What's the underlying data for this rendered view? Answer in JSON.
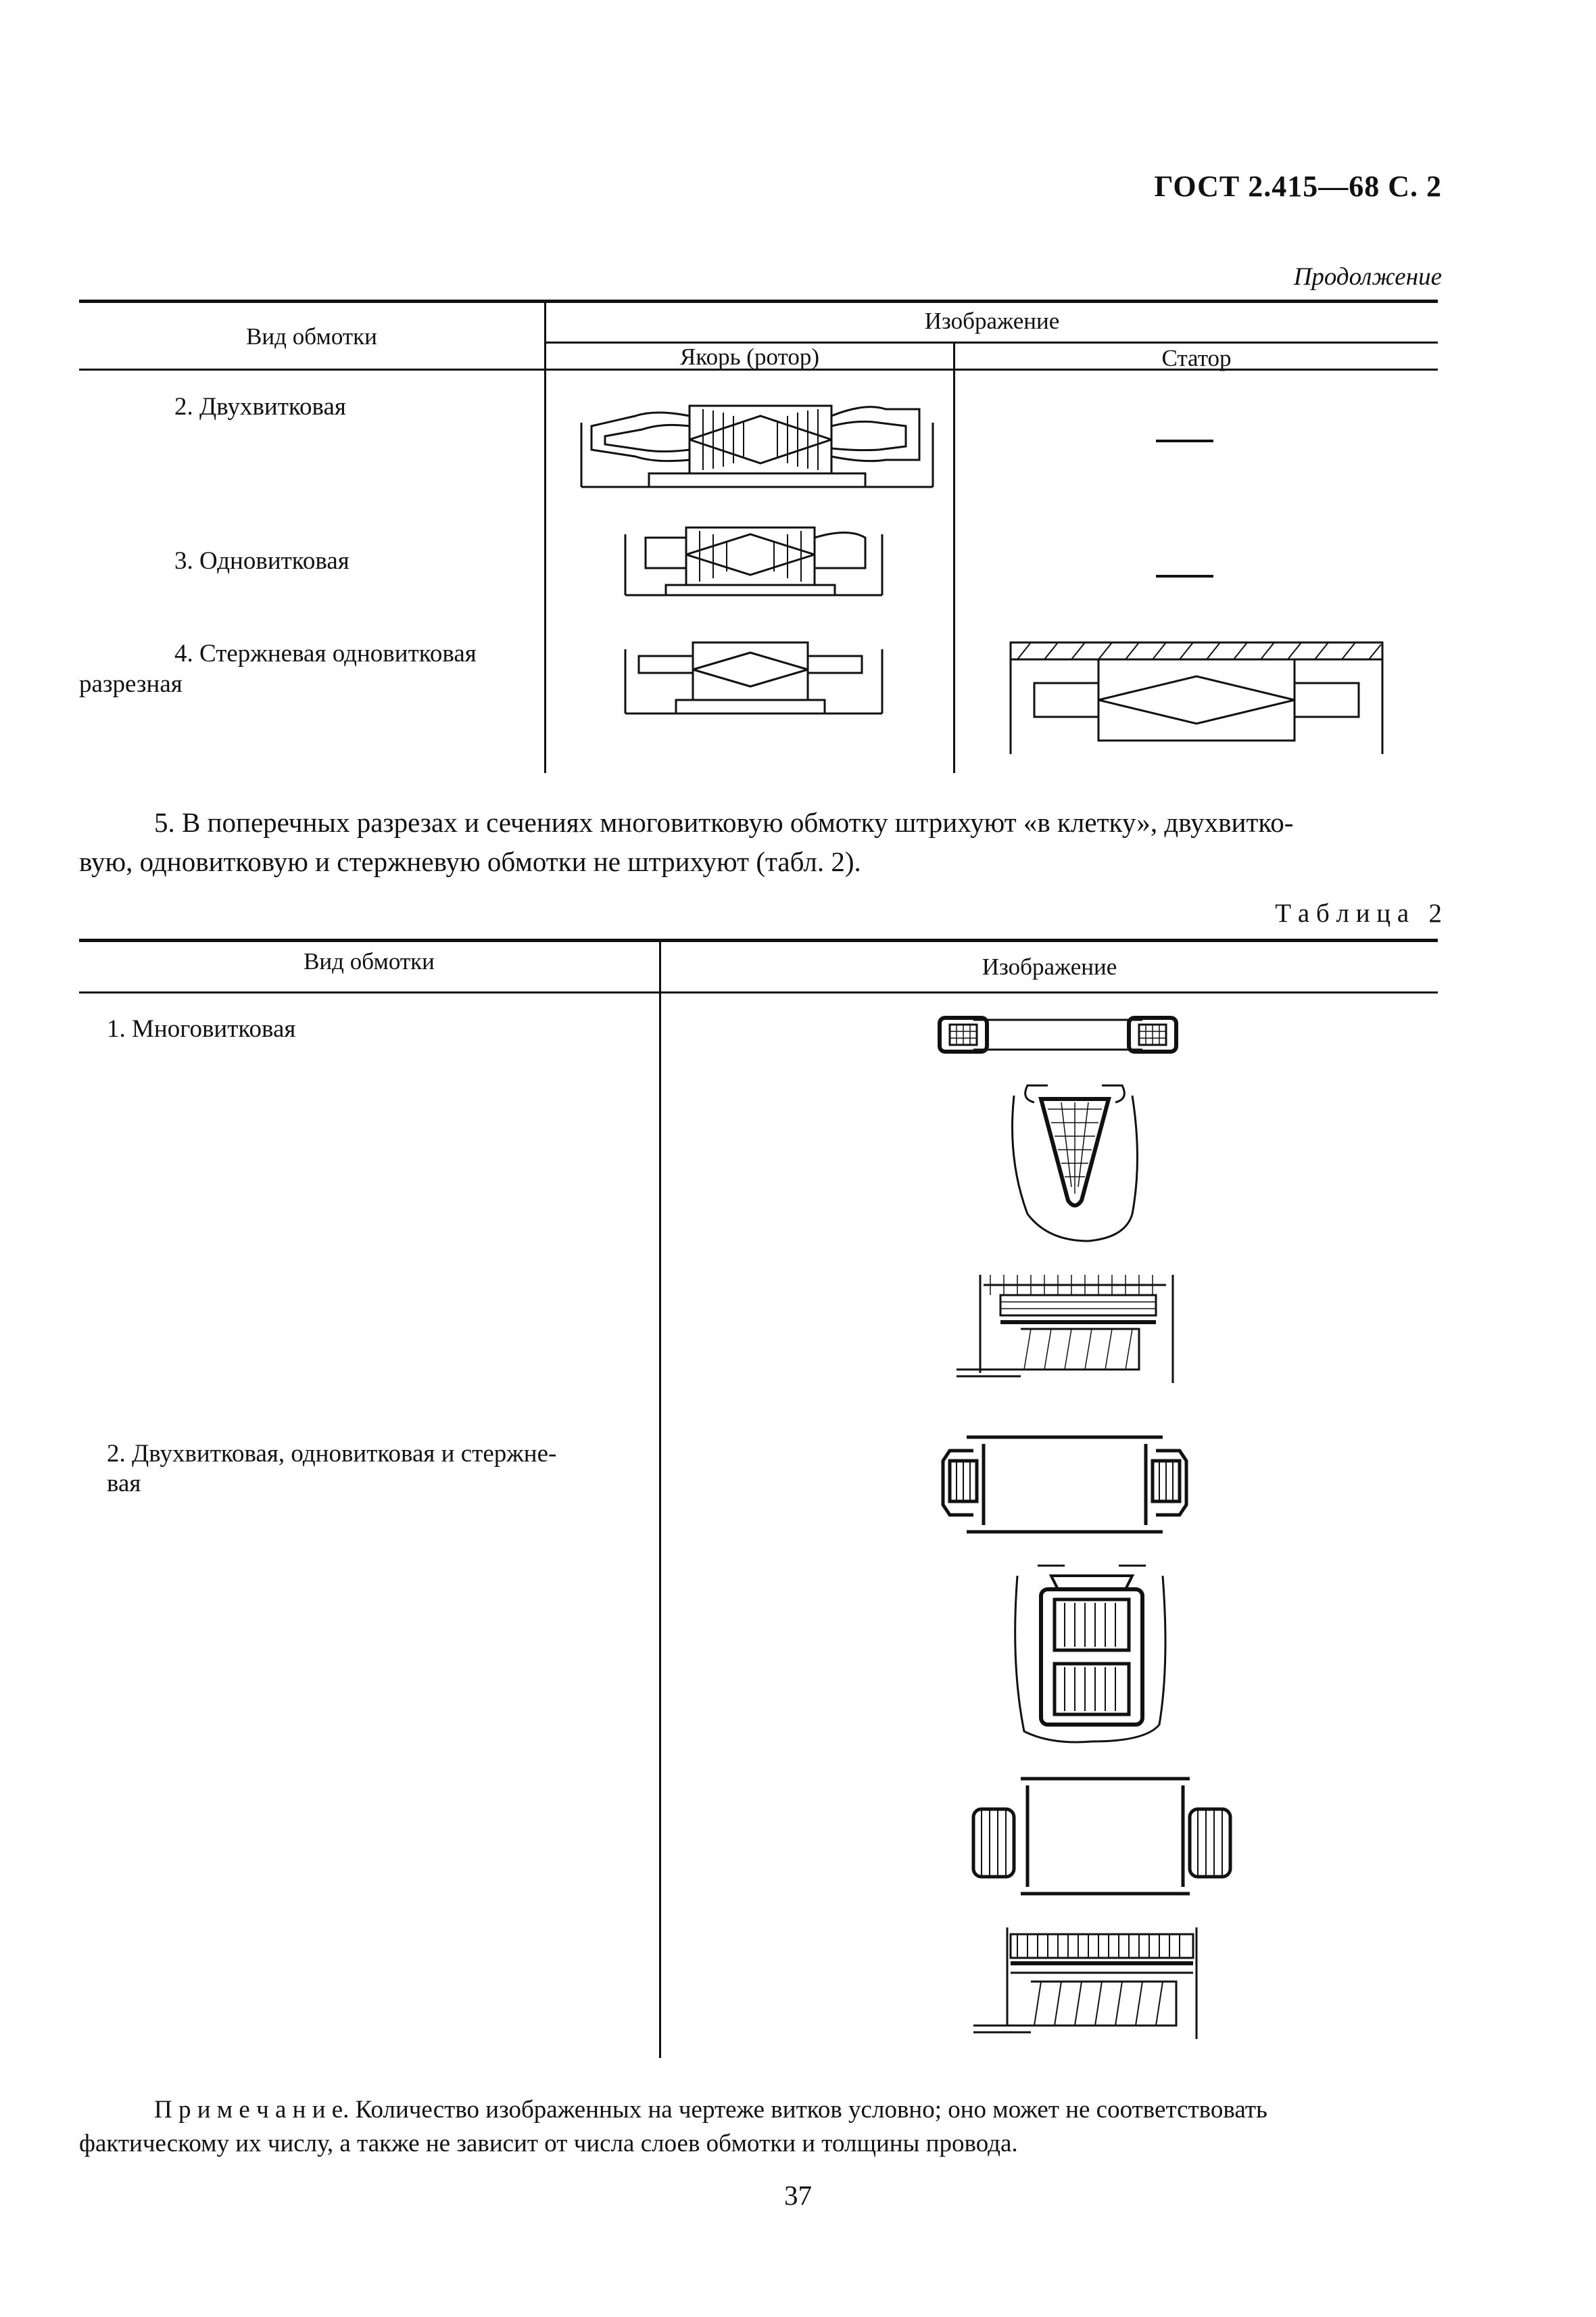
{
  "header": {
    "title": "ГОСТ 2.415—68 С. 2"
  },
  "continuation": {
    "label": "Продолжение"
  },
  "table1": {
    "col_type": "Вид обмотки",
    "col_image": "Изображение",
    "sub_rotor": "Якорь (ротор)",
    "sub_stator": "Статор",
    "rows": [
      {
        "type": "2. Двухвитковая"
      },
      {
        "type": "3. Одновитковая"
      },
      {
        "type_line1": "4. Стержневая одновитковая",
        "type_line2": "разрезная"
      }
    ]
  },
  "paragraph5": {
    "line1": "5. В поперечных разрезах и сечениях многовитковую обмотку штрихуют «в клетку», двухвитко-",
    "line2": "вую, одновитковую и стержневую обмотки не штрихуют (табл. 2)."
  },
  "table2": {
    "caption": "Т а б л и ц а   2",
    "col_type": "Вид обмотки",
    "col_image": "Изображение",
    "rows": [
      {
        "type": "1. Многовитковая"
      },
      {
        "type_line1": "2. Двухвитковая, одновитковая и стержне-",
        "type_line2": "вая"
      }
    ]
  },
  "note": {
    "line1": "П р и м е ч а н и е. Количество изображенных на чертеже витков условно; оно может не соответствовать",
    "line2": "фактическому их числу, а также не зависит от числа слоев обмотки и толщины провода."
  },
  "footer": {
    "page_number": "37"
  }
}
